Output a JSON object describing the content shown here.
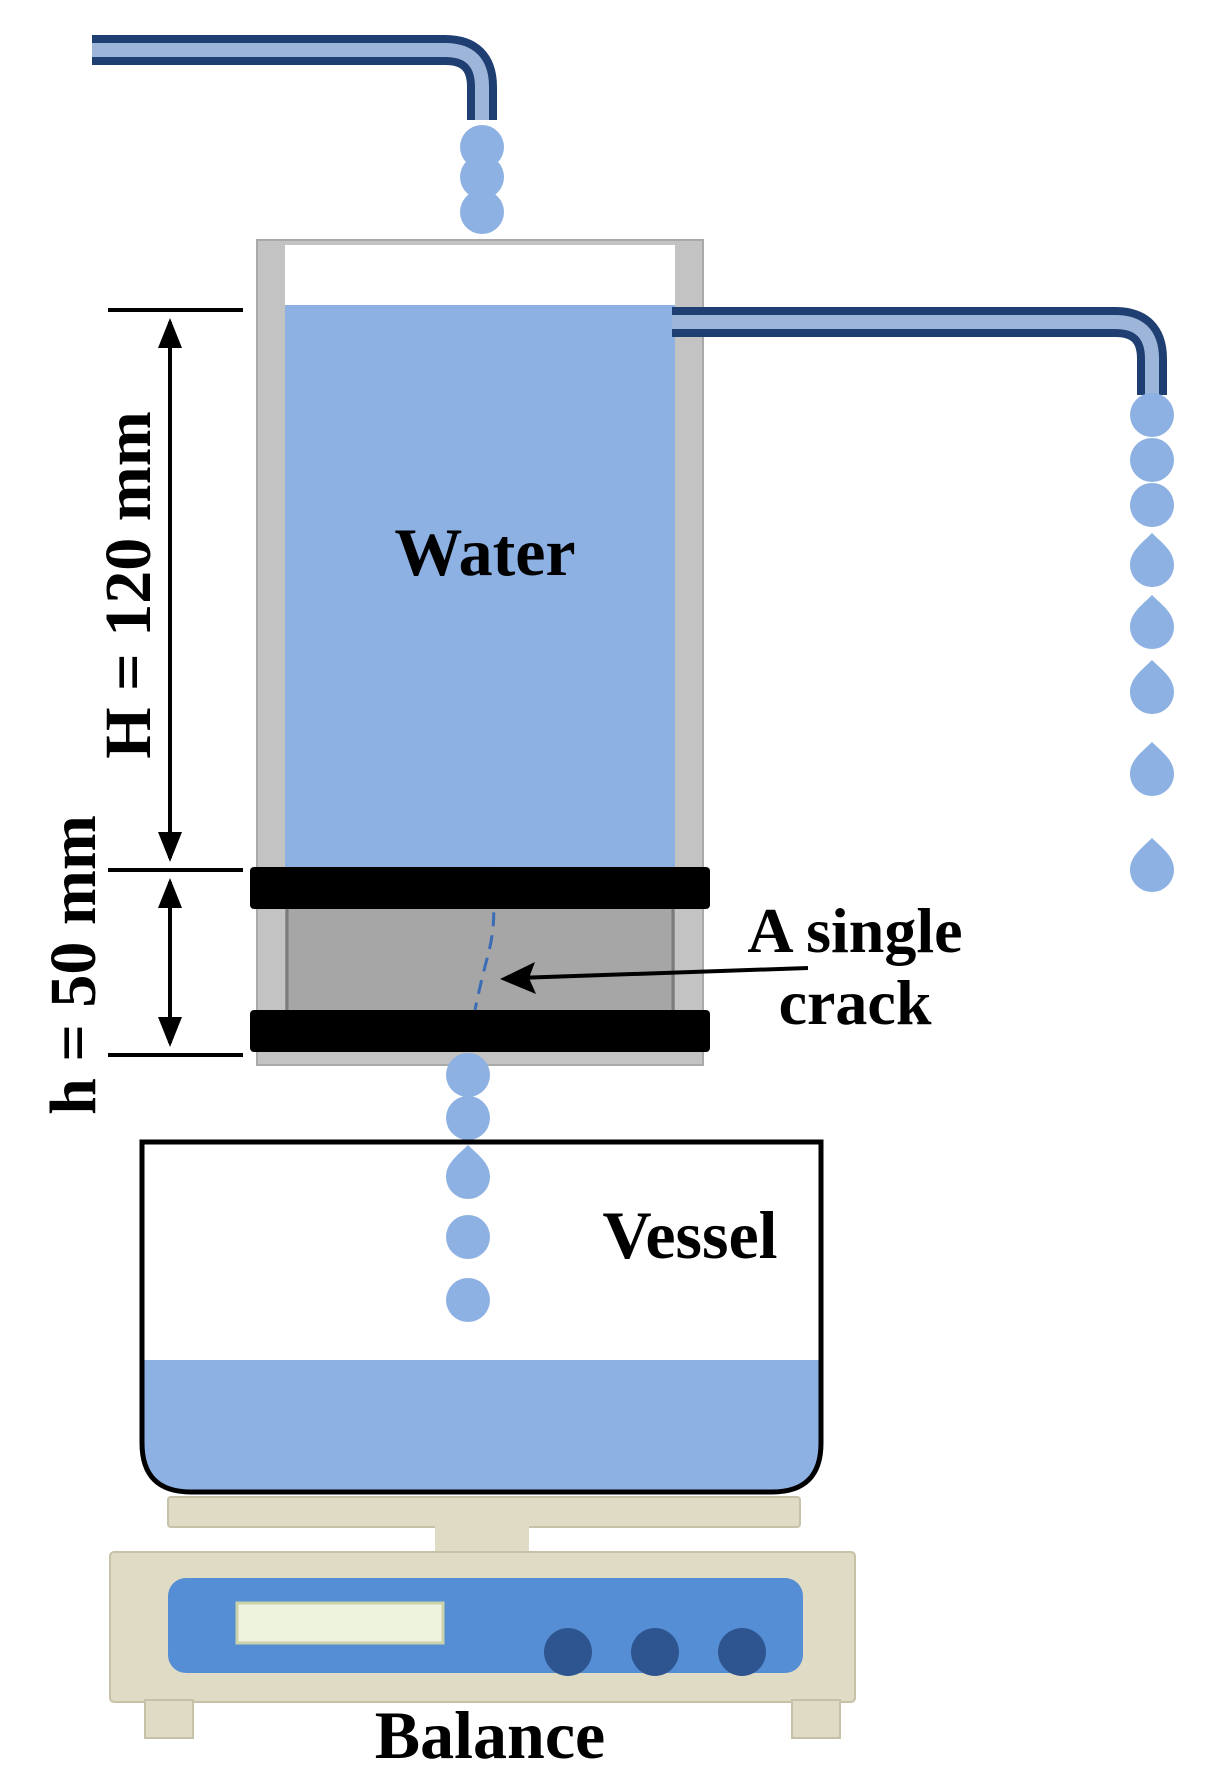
{
  "labels": {
    "water": "Water",
    "vessel": "Vessel",
    "balance": "Balance",
    "crack_line1": "A single",
    "crack_line2": "crack",
    "height_upper": "H = 120 mm",
    "height_lower": "h = 50 mm"
  },
  "colors": {
    "water": "#8db1e2",
    "pipe_outer": "#1f3e72",
    "pipe_inner": "#9cb5d8",
    "container_wall": "#c3c3c3",
    "specimen": "#a6a6a6",
    "clamp": "#000000",
    "crack": "#3b6db6",
    "balance_body": "#e0dbc5",
    "balance_panel": "#558ed5",
    "balance_display": "#eef3de",
    "balance_button": "#2e5590"
  },
  "icons": {
    "droplet": "water-droplet-icon",
    "arrow": "double-headed-arrow"
  }
}
